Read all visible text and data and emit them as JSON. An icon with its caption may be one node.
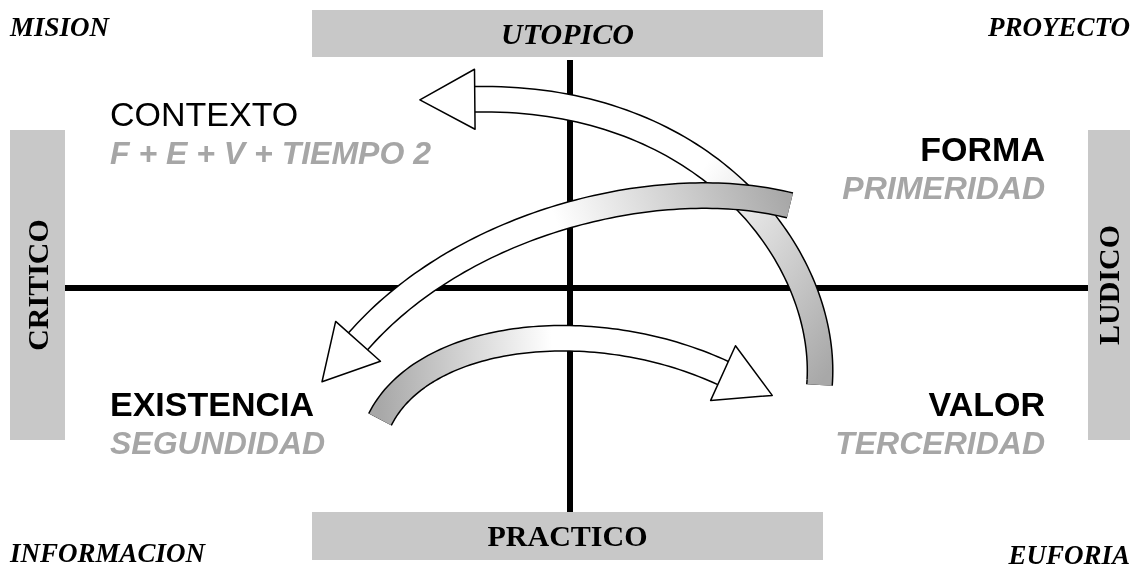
{
  "diagram": {
    "nodes": [
      {
        "text": [
          "UTOPICO"
        ]
      },
      {
        "text": [
          "CONTEXTO",
          "F + E + V + TIEMPO 2"
        ]
      },
      {
        "text": [
          "FORMA",
          "PRIMERIDAD"
        ]
      },
      {
        "text": [
          "CRITICO"
        ]
      },
      {
        "text": [
          "LUDICO"
        ]
      },
      {
        "text": [
          "EXISTENCIA",
          "SEGUNDIDAD"
        ]
      },
      {
        "text": [
          "VALOR",
          "TERCERIDAD"
        ]
      },
      {
        "text": [
          "PRACTICO"
        ]
      }
    ],
    "edges": [
      {
        "from": 6,
        "to": 1,
        "arrow": "to"
      },
      {
        "from": 2,
        "to": 5,
        "arrow": "to"
      },
      {
        "from": 5,
        "to": 6,
        "arrow": "to"
      }
    ],
    "labels": [
      "MISION",
      "PROYECTO",
      "INFORMACION",
      "EUFORIA"
    ]
  }
}
